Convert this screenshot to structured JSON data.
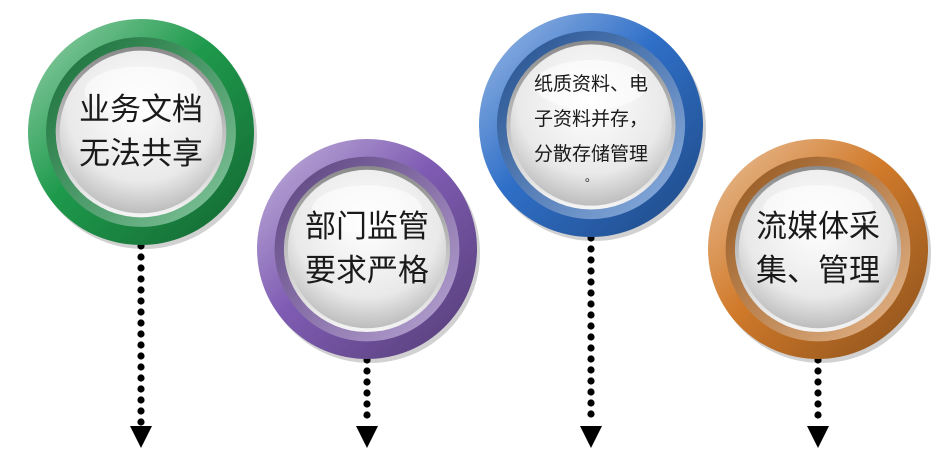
{
  "nodes": [
    {
      "id": "business-docs",
      "lines": [
        "业务文档",
        "无法共享"
      ],
      "color": "#1e9a4c"
    },
    {
      "id": "department-supervision",
      "lines": [
        "部门监管",
        "要求严格"
      ],
      "color": "#7f5cb3"
    },
    {
      "id": "paper-electronic",
      "lines": [
        "纸质资料、电",
        "子资料并存，",
        "分散存储管理",
        "。"
      ],
      "color": "#2f6fc8"
    },
    {
      "id": "streaming-media",
      "lines": [
        "流媒体采",
        "集、管理"
      ],
      "color": "#d17a2a"
    }
  ]
}
